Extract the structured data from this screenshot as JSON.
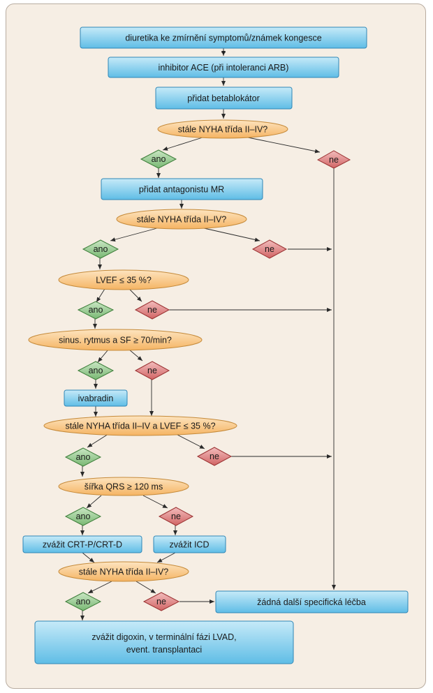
{
  "flowchart": {
    "nodes": {
      "diuretika": "diuretika ke zmírnění symptomů/známek kongesce",
      "plus": "+",
      "ace": "inhibitor ACE (při intoleranci ARB)",
      "betablokator": "přidat betablokátor",
      "nyha1": "stále NYHA třída II–IV?",
      "ano1": "ano",
      "ne1": "ne",
      "antagonista_mr": "přidat antagonistu MR",
      "nyha2": "stále NYHA třída II–IV?",
      "ano2": "ano",
      "ne2": "ne",
      "lvef": "LVEF ≤ 35 %?",
      "ano3": "ano",
      "ne3": "ne",
      "sinus": "sinus. rytmus a SF ≥ 70/min?",
      "ano4": "ano",
      "ne4": "ne",
      "ivabradin": "ivabradin",
      "nyha_lvef": "stále NYHA třída II–IV a LVEF ≤ 35 %?",
      "ano5": "ano",
      "ne5": "ne",
      "qrs": "šířka QRS ≥ 120 ms",
      "ano6": "ano",
      "ne6": "ne",
      "crt": "zvážit CRT-P/CRT-D",
      "icd": "zvážit ICD",
      "nyha3": "stále NYHA třída II–IV?",
      "ano7": "ano",
      "ne7": "ne",
      "zadna": "žádná další specifická léčba",
      "digoxin_line1": "zvážit digoxin, v terminální fázi LVAD,",
      "digoxin_line2": "event. transplantaci"
    },
    "colors": {
      "box_top": "#c6eaf8",
      "box_bottom": "#5fbde6",
      "box_border": "#2f86b6",
      "oval_top": "#fde4bf",
      "oval_bottom": "#f5b463",
      "oval_border": "#c58a3a",
      "yes_top": "#c9e6c3",
      "yes_bottom": "#79b873",
      "yes_border": "#3e7e3a",
      "no_top": "#f2bcbc",
      "no_bottom": "#d16464",
      "no_border": "#9a3232",
      "panel_bg": "#f6eee4"
    }
  }
}
